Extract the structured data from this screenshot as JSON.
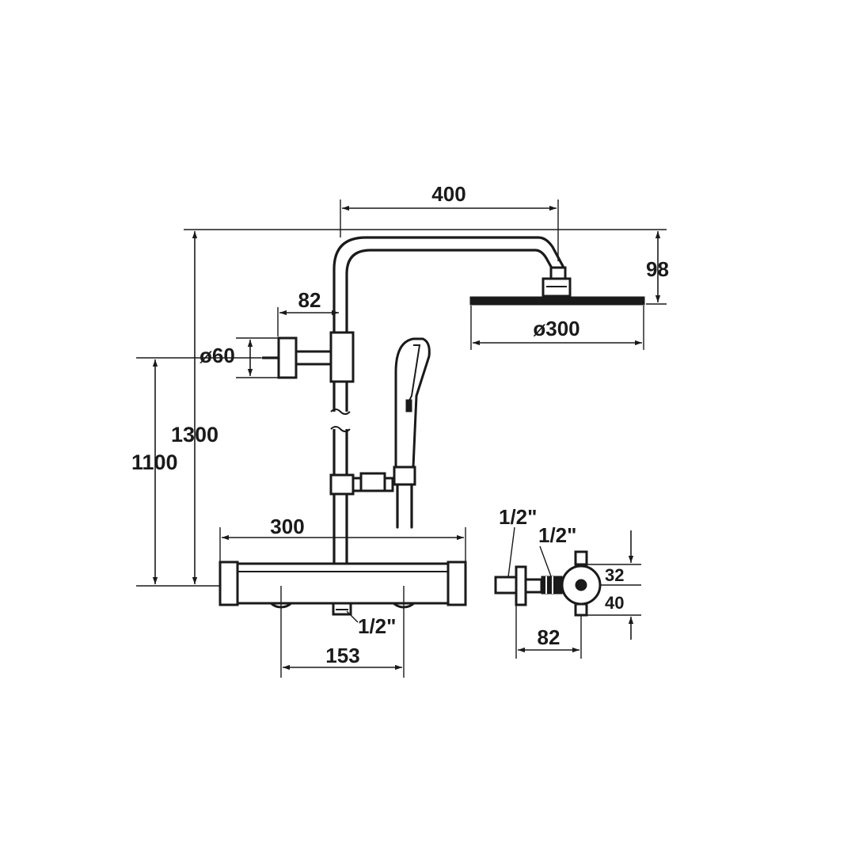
{
  "dimensions": {
    "arm_length": "400",
    "head_height": "98",
    "head_diameter": "ø300",
    "bracket_offset": "82",
    "bracket_diameter": "ø60",
    "total_height": "1300",
    "mixer_height": "1100",
    "mixer_width": "300",
    "outlet_thread": "1/2\"",
    "inlet_spacing": "153",
    "inlet_thread_a": "1/2\"",
    "inlet_thread_b": "1/2\"",
    "eccentric_upper": "32",
    "eccentric_lower": "40",
    "eccentric_depth": "82"
  }
}
